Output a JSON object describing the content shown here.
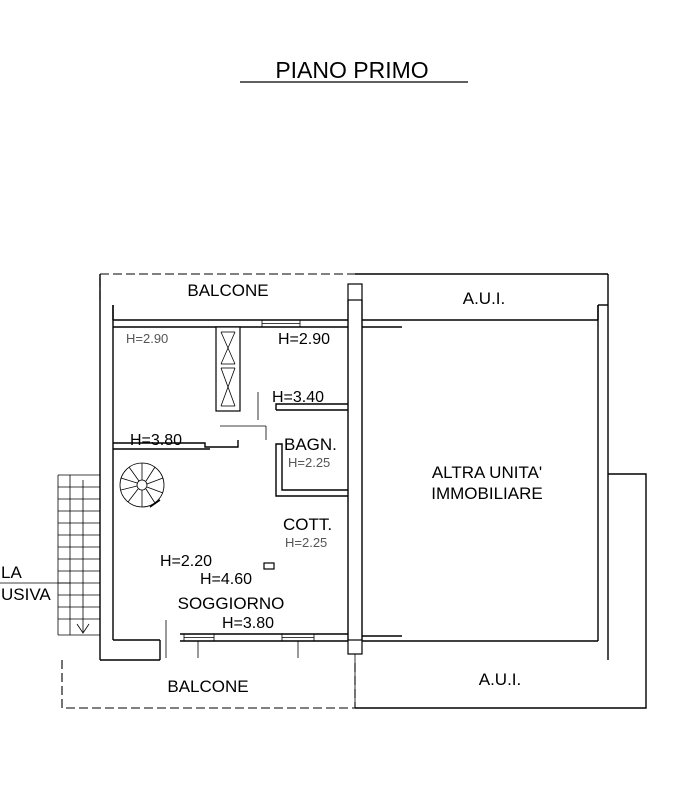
{
  "title": "PIANO PRIMO",
  "rooms": {
    "balcone_top": "BALCONE",
    "aui_top": "A.U.I.",
    "altra_line1": "ALTRA UNITA'",
    "altra_line2": "IMMOBILIARE",
    "bagno": "BAGN.",
    "cottura": "COTT.",
    "soggiorno": "SOGGIORNO",
    "balcone_bottom": "BALCONE",
    "aui_bottom": "A.U.I.",
    "scala_line1": "LA",
    "scala_line2": "USIVA"
  },
  "heights": {
    "h_290_left": "H=2.90",
    "h_290_right": "H=2.90",
    "h_340": "H=3.40",
    "h_380_left": "H=3.80",
    "h_225_bagno": "H=2.25",
    "h_225_cott": "H=2.25",
    "h_220": "H=2.20",
    "h_460": "H=4.60",
    "h_380_bottom": "H=3.80"
  }
}
